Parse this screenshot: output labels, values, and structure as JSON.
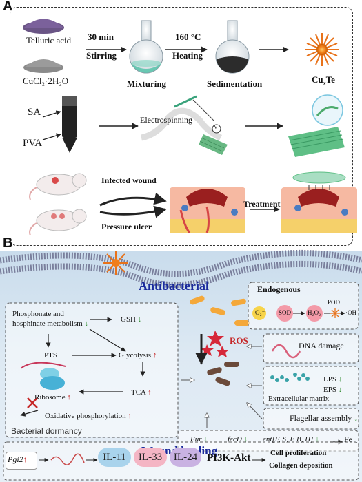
{
  "panel_a": {
    "letter": "A",
    "row1": {
      "reagent1": "Telluric acid",
      "reagent2": "CuCl₂·2H₂O",
      "step1_top": "30 min",
      "step1_bottom": "Stirring",
      "flask1_label": "Mixturing",
      "step2_top": "160 °C",
      "step2_bottom": "Heating",
      "flask2_label": "Sedimentation",
      "product": "Cu",
      "product_sub": "x",
      "product_tail": "Te"
    },
    "row2": {
      "input1": "SA",
      "input2": "PVA",
      "process": "Electrospinning",
      "voltage": "V"
    },
    "row3": {
      "wound1": "Infected wound",
      "wound2": "Pressure ulcer",
      "treatment": "Treatment"
    }
  },
  "panel_b": {
    "letter": "B",
    "antibacterial_title": "Antibacterial",
    "endogenous": {
      "title": "Endogenous",
      "o2": "O₂⁻",
      "sod": "SOD",
      "h2o2": "H₂O₂",
      "pod": "POD",
      "oh": "·OH"
    },
    "ros": "ROS",
    "dna_damage": "DNA damage",
    "lps": "LPS",
    "eps": "EPS",
    "ecm": "Extracellular matrix",
    "flagellar": "Flagellar assembly",
    "genes": {
      "fur": "Fur",
      "fecd": "fecD",
      "ent": "ent[F, S, E B, H]",
      "fe": "Fe"
    },
    "metabolism": {
      "phosphonate_line1": "Phosphonate and",
      "phosphonate_line2": "hosphinate metabolism",
      "gsh": "GSH",
      "pts": "PTS",
      "glycolysis": "Glycolysis",
      "tca": "TCA",
      "ribosome": "Ribosome",
      "oxphos": "Oxidative phosphorylation",
      "dormancy": "Bacterial dormancy"
    },
    "wound_healing": {
      "title": "Wound healing",
      "pgi2": "Pgi2",
      "il11": "IL-11",
      "il33": "IL-33",
      "il24": "IL-24",
      "pathway": "PI3K-Akt",
      "outcome1": "Cell proliferation",
      "outcome2": "Collagen deposition"
    }
  },
  "colors": {
    "up_arrow": "#c62828",
    "down_arrow": "#2e8b2e",
    "title_blue": "#1a2a9c",
    "nanoparticle": "#f07e1a",
    "il11_pill": "#a9d3ec",
    "il33_pill": "#f4b5c4",
    "il24_pill": "#c9b2e2"
  }
}
